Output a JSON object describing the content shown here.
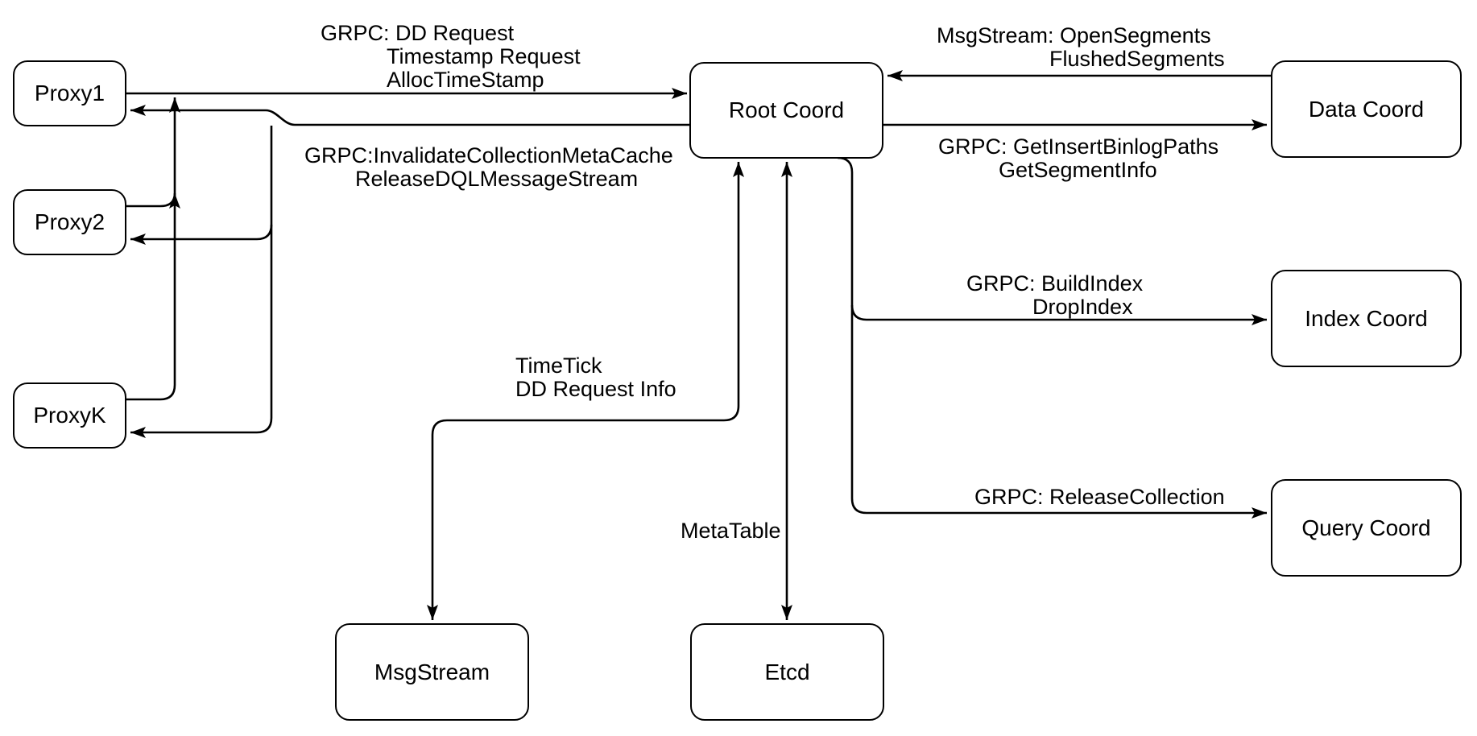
{
  "diagram": {
    "nodes": {
      "proxy1": {
        "label": "Proxy1"
      },
      "proxy2": {
        "label": "Proxy2"
      },
      "proxyk": {
        "label": "ProxyK"
      },
      "root_coord": {
        "label": "Root Coord"
      },
      "data_coord": {
        "label": "Data Coord"
      },
      "index_coord": {
        "label": "Index Coord"
      },
      "query_coord": {
        "label": "Query Coord"
      },
      "msgstream": {
        "label": "MsgStream"
      },
      "etcd": {
        "label": "Etcd"
      }
    },
    "edge_labels": {
      "proxy_to_root": {
        "lines": [
          "GRPC: DD Request",
          "Timestamp Request",
          "AllocTimeStamp"
        ]
      },
      "root_to_proxy": {
        "lines": [
          "GRPC:InvalidateCollectionMetaCache",
          "ReleaseDQLMessageStream"
        ]
      },
      "data_to_root": {
        "lines": [
          "MsgStream: OpenSegments",
          "FlushedSegments"
        ]
      },
      "root_to_data": {
        "lines": [
          "GRPC: GetInsertBinlogPaths",
          "GetSegmentInfo"
        ]
      },
      "root_to_index": {
        "lines": [
          "GRPC: BuildIndex",
          "DropIndex"
        ]
      },
      "root_to_query": {
        "lines": [
          "GRPC: ReleaseCollection"
        ]
      },
      "root_to_msgstream": {
        "lines": [
          "TimeTick",
          "DD Request Info"
        ]
      },
      "root_to_etcd": {
        "lines": [
          "MetaTable"
        ]
      }
    },
    "colors": {
      "stroke": "#000000",
      "background": "#ffffff"
    }
  }
}
